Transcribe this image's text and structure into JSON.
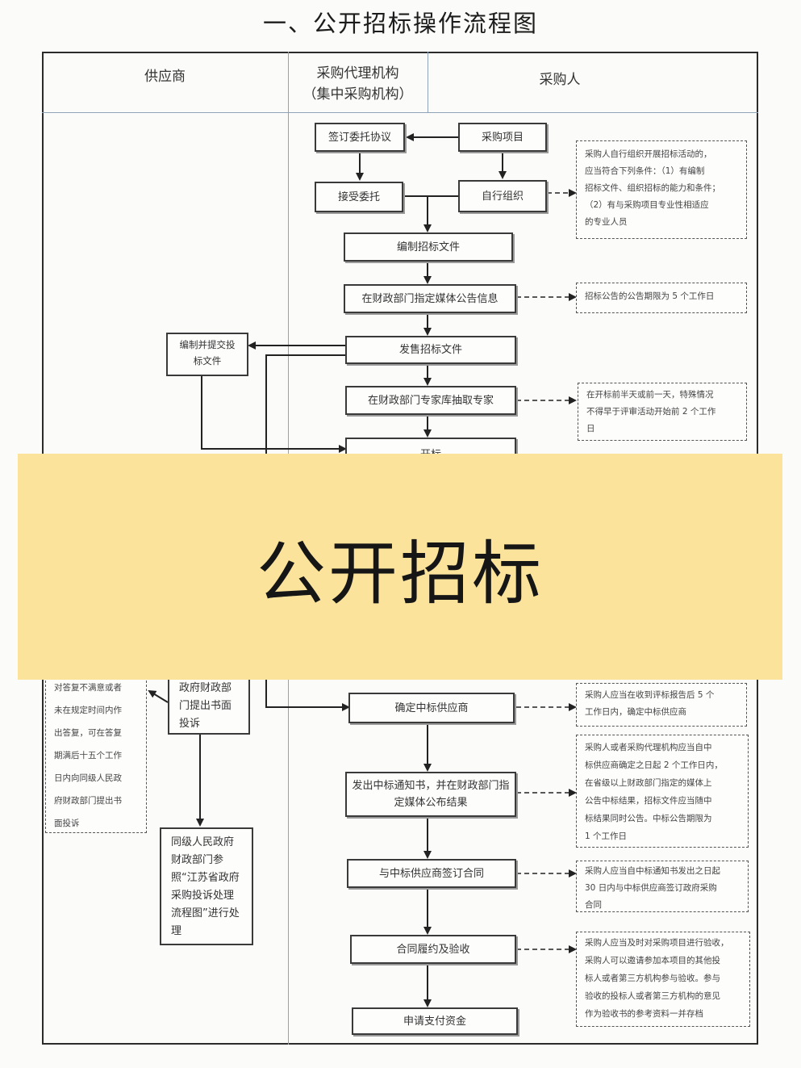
{
  "title": "一、公开招标操作流程图",
  "lanes": {
    "supplier": "供应商",
    "agency_line1": "采购代理机构",
    "agency_line2": "（集中采购机构）",
    "purchaser": "采购人"
  },
  "boxes": {
    "sign_agreement": "签订委托协议",
    "purchase_project": "采购项目",
    "accept_commission": "接受委托",
    "self_organize": "自行组织",
    "prepare_tender_docs": "编制招标文件",
    "publish_announcement": "在财政部门指定媒体公告信息",
    "sell_tender_docs": "发售招标文件",
    "draw_experts": "在财政部门专家库抽取专家",
    "bid_opening_partial": "开标",
    "determine_winner": "确定中标供应商",
    "issue_notice": "发出中标通知书，并在财政部门指定媒体公布结果",
    "sign_contract": "与中标供应商签订合同",
    "performance_acceptance": "合同履约及验收",
    "apply_payment": "申请支付资金"
  },
  "supplier_boxes": {
    "prepare_submit_bid": "编制并提交投标文件",
    "complaint_partial": "政府财政部门提出书面投诉",
    "complaint_handling": "同级人民政府财政部门参照“江苏省政府采购投诉处理流程图”进行处理"
  },
  "notes": {
    "self_org_conditions": "采购人自行组织开展招标活动的，\n应当符合下列条件：（1）有编制\n招标文件、组织招标的能力和条件；\n（2）有与采购项目专业性相适应\n的专业人员",
    "announcement_period": "招标公告的公告期限为 5 个工作日",
    "expert_timing": "在开标前半天或前一天，特殊情况\n不得早于评审活动开始前 2 个工作\n日",
    "winner_timing": "采购人应当在收到评标报告后 5 个\n工作日内，确定中标供应商",
    "result_publication": "采购人或者采购代理机构应当自中\n标供应商确定之日起 2 个工作日内，\n在省级以上财政部门指定的媒体上\n公告中标结果，招标文件应当随中\n标结果同时公告。中标公告期限为\n1 个工作日",
    "contract_timing": "采购人应当自中标通知书发出之日起\n30 日内与中标供应商签订政府采购\n合同",
    "acceptance": "采购人应当及时对采购项目进行验收，\n采购人可以邀请参加本项目的其他投\n标人或者第三方机构参与验收。参与\n验收的投标人或者第三方机构的意见\n作为验收书的参考资料一并存档",
    "supplier_reply_partial": "对答复不满意或者\n未在规定时间内作\n出答复，可在答复\n期满后十五个工作\n日内向同级人民政\n府财政部门提出书\n面投诉"
  },
  "banner": "公开招标",
  "colors": {
    "banner_bg": "#fbe39c",
    "lane_divider": "#8fa3b8",
    "box_border": "#3a3a3a"
  }
}
